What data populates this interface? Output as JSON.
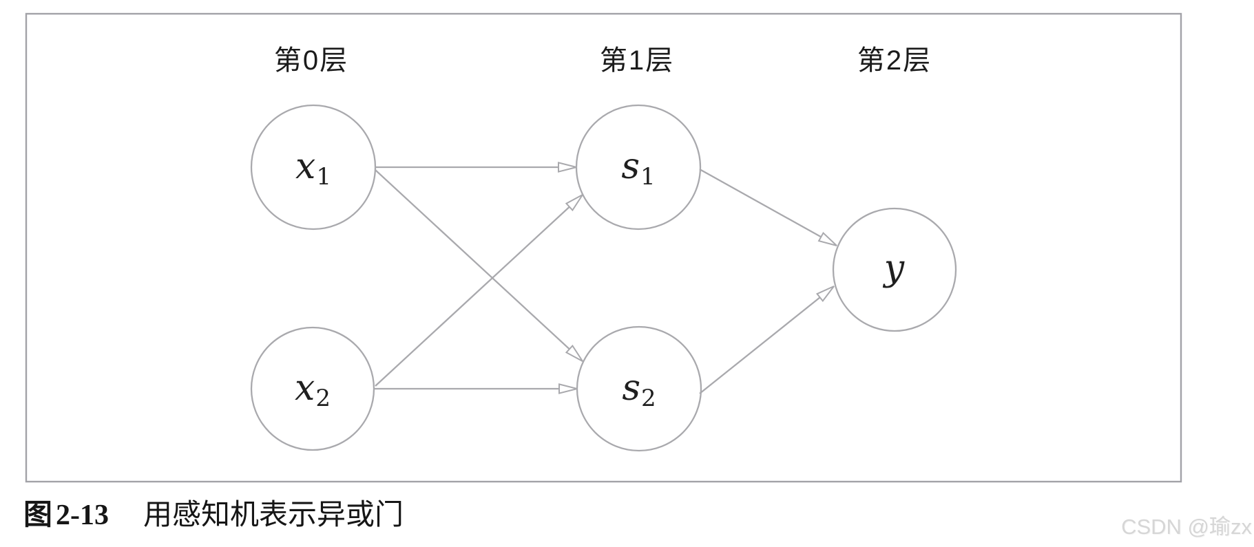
{
  "figure_box": {
    "layer_labels": [
      "第0层",
      "第1层",
      "第2层"
    ],
    "nodes": [
      {
        "id": "x1",
        "var": "x",
        "sub": "1",
        "layer": 0
      },
      {
        "id": "x2",
        "var": "x",
        "sub": "2",
        "layer": 0
      },
      {
        "id": "s1",
        "var": "s",
        "sub": "1",
        "layer": 1
      },
      {
        "id": "s2",
        "var": "s",
        "sub": "2",
        "layer": 1
      },
      {
        "id": "y",
        "var": "y",
        "sub": "",
        "layer": 2
      }
    ],
    "edges": [
      {
        "from": "x1",
        "to": "s1"
      },
      {
        "from": "x1",
        "to": "s2"
      },
      {
        "from": "x2",
        "to": "s1"
      },
      {
        "from": "x2",
        "to": "s2"
      },
      {
        "from": "s1",
        "to": "y"
      },
      {
        "from": "s2",
        "to": "y"
      }
    ]
  },
  "caption": {
    "figure_word": "图",
    "figure_number": "2-13",
    "title": "用感知机表示异或门"
  },
  "watermark": "CSDN @瑜zx",
  "colors": {
    "line": "#a9a9ad",
    "border": "#a2a2a7",
    "text": "#1b1b1b",
    "watermark": "#d6d6d6"
  }
}
